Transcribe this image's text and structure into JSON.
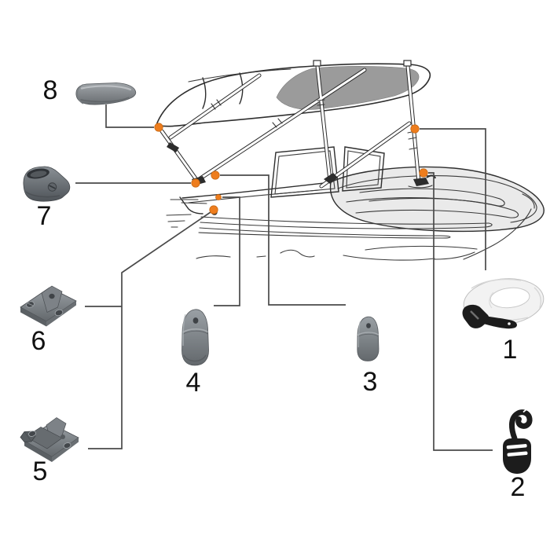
{
  "diagram": {
    "illustration": "line drawing of a boat with a three-bow bimini top frame",
    "style": "numbered parts callout diagram"
  },
  "colors": {
    "accent_orange": "#ee7d1d",
    "accent_orange_dark": "#c96a15",
    "line": "#4a4a4a",
    "ink": "#2e2e2e",
    "canvas_gray": "#9b9b9b",
    "deck_gray": "#eaeaea",
    "part_gray": "#7d8287",
    "part_gray_dark": "#585d61",
    "strap_white": "#f2f2f2",
    "black": "#1c1c1c",
    "label": "#111111",
    "background": "#ffffff"
  },
  "parts": [
    {
      "label": "1",
      "name": "strap"
    },
    {
      "label": "2",
      "name": "snap-hook"
    },
    {
      "label": "3",
      "name": "eye-end-small"
    },
    {
      "label": "4",
      "name": "eye-end-large"
    },
    {
      "label": "5",
      "name": "swivel-deck-hinge"
    },
    {
      "label": "6",
      "name": "deck-hinge"
    },
    {
      "label": "7",
      "name": "jaw-slide"
    },
    {
      "label": "8",
      "name": "grip"
    }
  ]
}
